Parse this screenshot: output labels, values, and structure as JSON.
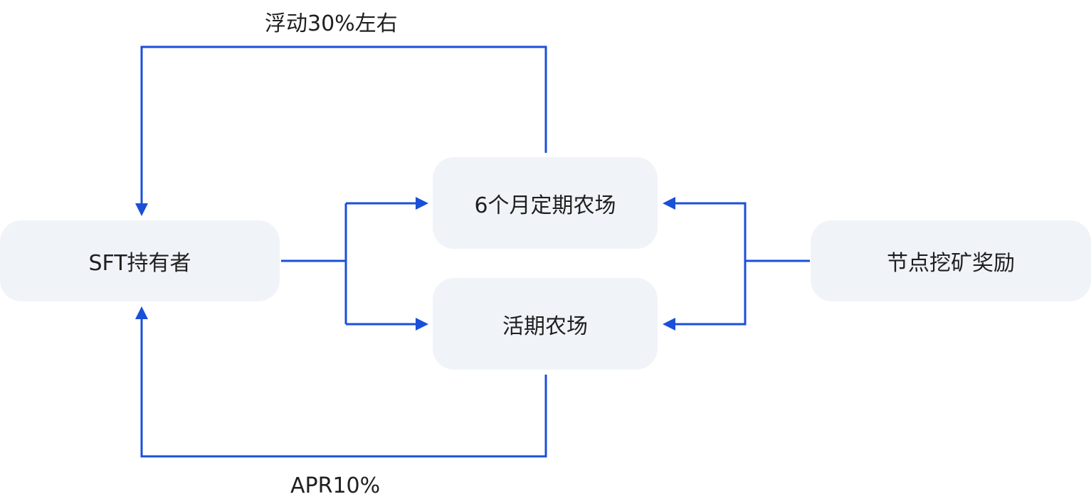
{
  "nodes": {
    "holder": "SFT持有者",
    "farm6": "6个月定期农场",
    "farm_flex": "活期农场",
    "mining": "节点挖矿奖励"
  },
  "edges": {
    "top_label": "浮动30%左右",
    "bottom_label": "APR10%"
  },
  "colors": {
    "line": "#1a4fd8",
    "box": "#f0f4f9"
  }
}
